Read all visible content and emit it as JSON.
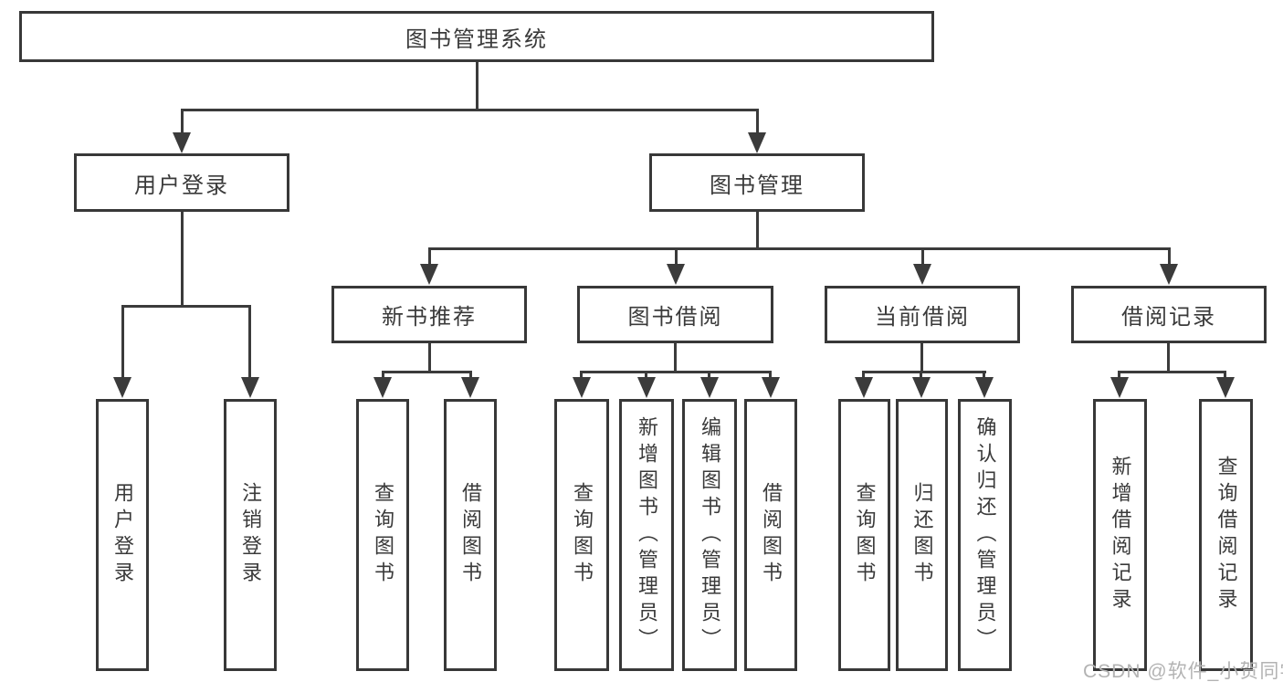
{
  "diagram": {
    "root": {
      "label": "图书管理系统"
    },
    "level2": [
      "用户登录",
      "图书管理"
    ],
    "level3": [
      "新书推荐",
      "图书借阅",
      "当前借阅",
      "借阅记录"
    ],
    "leaves": {
      "user_login": [
        "用户登录",
        "注销登录"
      ],
      "new_books": [
        "查询图书",
        "借阅图书"
      ],
      "book_borrow": [
        "查询图书",
        "新增图书（管理员）",
        "编辑图书（管理员）",
        "借阅图书"
      ],
      "current_borrow": [
        "查询图书",
        "归还图书",
        "确认归还（管理员）"
      ],
      "borrow_records": [
        "新增借阅记录",
        "查询借阅记录"
      ]
    },
    "watermark": "CSDN @软件_小贺同学",
    "colors": {
      "line": "#3b3b3b",
      "box_border": "#383838",
      "text": "#3a3a3a",
      "background": "#ffffff",
      "watermark": "#b3b3b3"
    }
  }
}
